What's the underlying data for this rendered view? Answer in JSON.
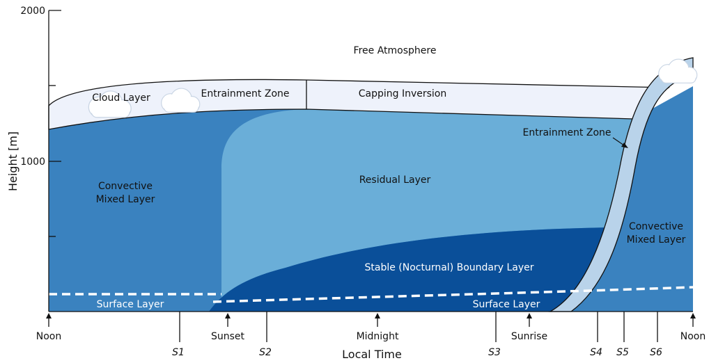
{
  "y_axis": {
    "title": "Height [m]",
    "ticks": [
      {
        "label": "2000"
      },
      {
        "label": "1000"
      }
    ]
  },
  "x_axis": {
    "title": "Local Time",
    "events": [
      {
        "label": "Noon"
      },
      {
        "label": "Sunset"
      },
      {
        "label": "Midnight"
      },
      {
        "label": "Sunrise"
      },
      {
        "label": "Noon"
      }
    ],
    "stations": [
      "S1",
      "S2",
      "S3",
      "S4",
      "S5",
      "S6"
    ]
  },
  "layers": {
    "free_atmosphere": "Free Atmosphere",
    "cloud_layer": "Cloud Layer",
    "entrainment_zone_day": "Entrainment Zone",
    "capping_inversion": "Capping Inversion",
    "entrainment_zone_morning": "Entrainment Zone",
    "convective_mixed_layer_left": [
      "Convective",
      "Mixed Layer"
    ],
    "residual_layer": "Residual Layer",
    "convective_mixed_layer_right": [
      "Convective",
      "Mixed Layer"
    ],
    "stable_boundary_layer": "Stable (Nocturnal) Boundary Layer",
    "surface_layer_left": "Surface Layer",
    "surface_layer_right": "Surface Layer"
  },
  "colors": {
    "mixed_layer": "#3a82bf",
    "residual_layer": "#6aaed8",
    "stable_layer": "#0a4f99",
    "inversion": "#eef2fb",
    "entrainment_band": "#b9d3ea",
    "outline": "#111111"
  }
}
